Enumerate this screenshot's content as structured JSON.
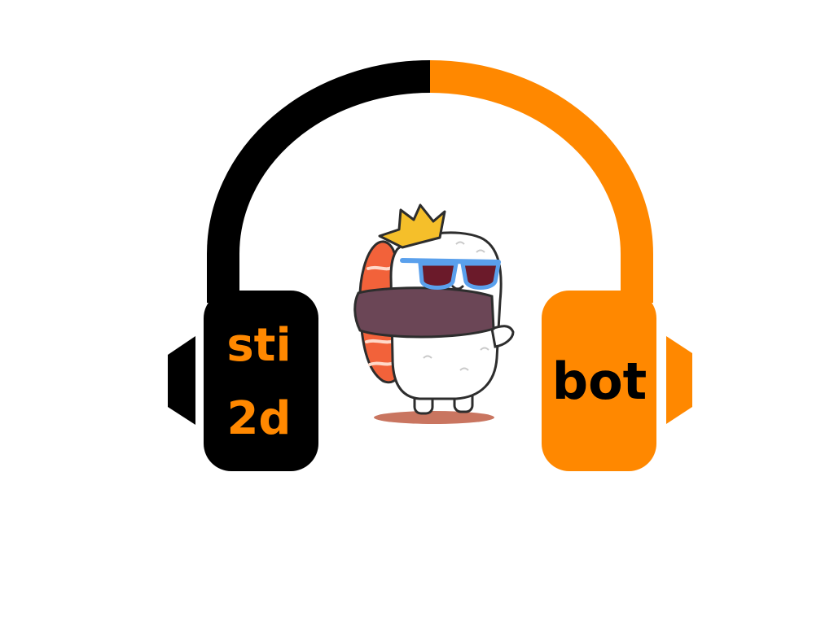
{
  "logo": {
    "left_text_line1": "sti",
    "left_text_line2": "2d",
    "right_text": "bot",
    "colors": {
      "background": "#ffffff",
      "left_side": "#000000",
      "right_side": "#ff8800",
      "left_text": "#ff8800",
      "right_text": "#000000"
    },
    "mascot": "sushi-character-with-crown-and-sunglasses"
  }
}
